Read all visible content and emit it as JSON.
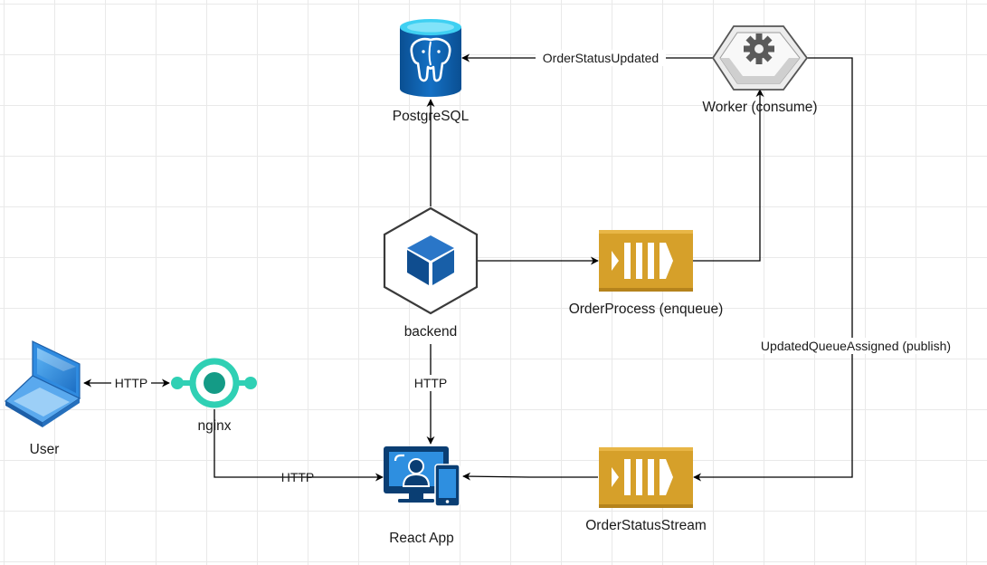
{
  "nodes": {
    "postgres": {
      "label": "PostgreSQL",
      "icon": "postgresql-icon"
    },
    "worker": {
      "label": "Worker (consume)",
      "icon": "worker-gear-icon"
    },
    "backend": {
      "label": "backend",
      "icon": "backend-cube-icon"
    },
    "order_process": {
      "label": "OrderProcess (enqueue)",
      "icon": "queue-icon"
    },
    "user": {
      "label": "User",
      "icon": "laptop-icon"
    },
    "nginx": {
      "label": "nginx",
      "icon": "nginx-icon"
    },
    "react_app": {
      "label": "React App",
      "icon": "react-app-icon"
    },
    "order_status_stream": {
      "label": "OrderStatusStream",
      "icon": "queue-icon"
    }
  },
  "edges": {
    "worker_to_postgres": "OrderStatusUpdated",
    "worker_to_stream": "UpdatedQueueAssigned (publish)",
    "backend_to_react": "HTTP",
    "user_nginx": "HTTP",
    "nginx_to_react": "HTTP"
  },
  "colors": {
    "postgres_blue": "#0c5ea8",
    "postgres_top": "#3fd0f2",
    "queue_gold": "#d6a02a",
    "nginx_teal": "#2fd0b4",
    "react_blue": "#0a3e73",
    "laptop_blue": "#2f8be0"
  }
}
